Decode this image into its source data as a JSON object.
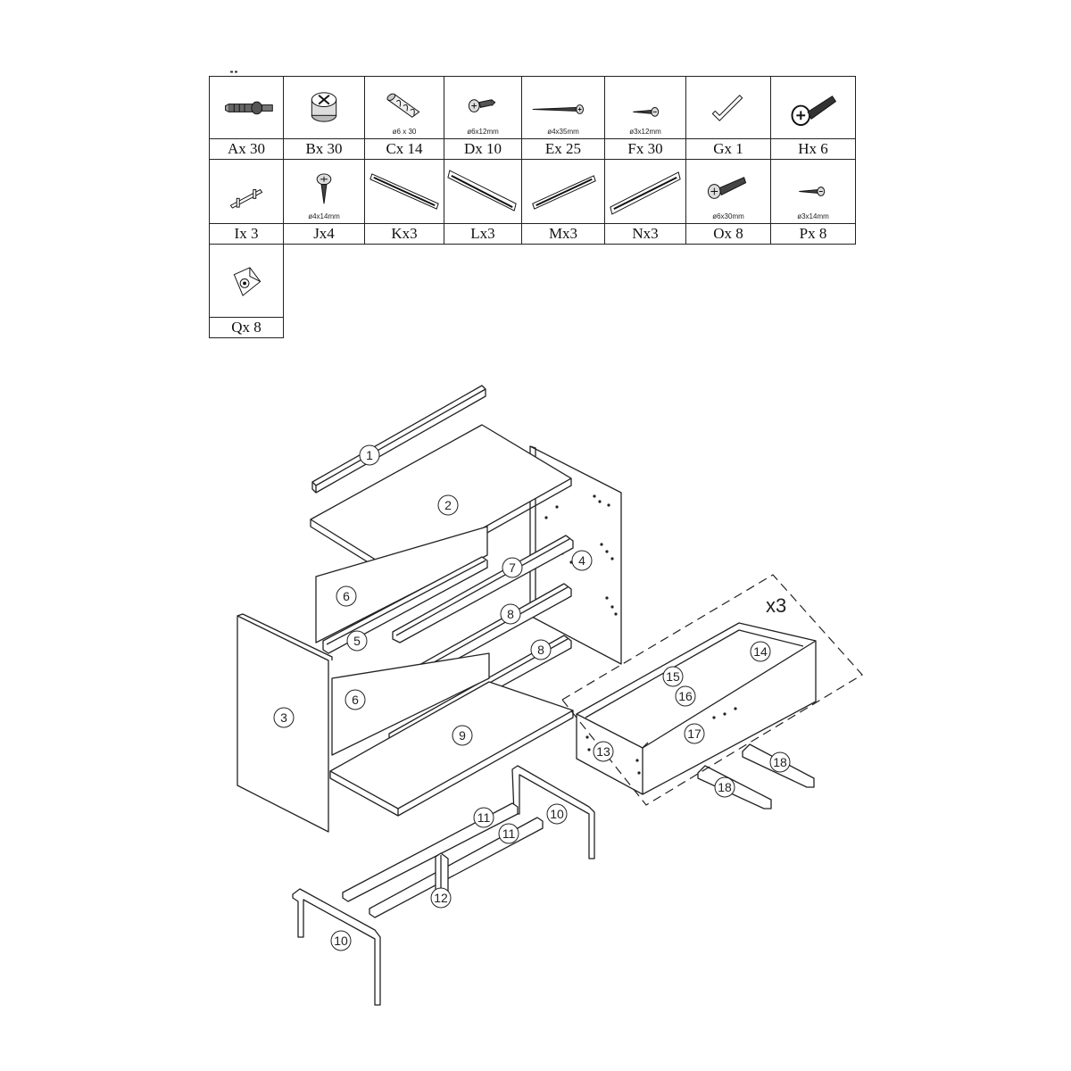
{
  "hardware": {
    "row1": [
      {
        "label": "Ax 30",
        "size": "",
        "icon": "cam-bolt-icon"
      },
      {
        "label": "Bx 30",
        "size": "",
        "icon": "cam-lock-icon"
      },
      {
        "label": "Cx 14",
        "size": "ø6 x 30",
        "icon": "wooden-dowel-icon"
      },
      {
        "label": "Dx 10",
        "size": "ø6x12mm",
        "icon": "screw-icon"
      },
      {
        "label": "Ex 25",
        "size": "ø4x35mm",
        "icon": "long-screw-icon"
      },
      {
        "label": "Fx 30",
        "size": "ø3x12mm",
        "icon": "small-screw-icon"
      },
      {
        "label": "Gx 1",
        "size": "",
        "icon": "allen-key-icon"
      },
      {
        "label": "Hx 6",
        "size": "",
        "icon": "machine-bolt-icon"
      }
    ],
    "row2": [
      {
        "label": "Ix 3",
        "size": "",
        "icon": "bar-handle-icon"
      },
      {
        "label": "Jx4",
        "size": "ø4x14mm",
        "icon": "pan-head-screw-icon"
      },
      {
        "label": "Kx3",
        "size": "",
        "icon": "drawer-slide-icon"
      },
      {
        "label": "Lx3",
        "size": "",
        "icon": "drawer-slide-icon"
      },
      {
        "label": "Mx3",
        "size": "",
        "icon": "drawer-slide-icon"
      },
      {
        "label": "Nx3",
        "size": "",
        "icon": "drawer-slide-icon"
      },
      {
        "label": "Ox 8",
        "size": "ø6x30mm",
        "icon": "screw-icon"
      },
      {
        "label": "Px 8",
        "size": "ø3x14mm",
        "icon": "small-screw-icon"
      }
    ],
    "row3": [
      {
        "label": "Qx 8",
        "size": "",
        "icon": "corner-bracket-icon"
      }
    ]
  },
  "assembly": {
    "multiplier": "x3",
    "callouts": [
      {
        "id": "part-1",
        "text": "1"
      },
      {
        "id": "part-2",
        "text": "2"
      },
      {
        "id": "part-3",
        "text": "3"
      },
      {
        "id": "part-4",
        "text": "4"
      },
      {
        "id": "part-5",
        "text": "5"
      },
      {
        "id": "part-6a",
        "text": "6"
      },
      {
        "id": "part-6b",
        "text": "6"
      },
      {
        "id": "part-7",
        "text": "7"
      },
      {
        "id": "part-8a",
        "text": "8"
      },
      {
        "id": "part-8b",
        "text": "8"
      },
      {
        "id": "part-9",
        "text": "9"
      },
      {
        "id": "part-10a",
        "text": "10"
      },
      {
        "id": "part-10b",
        "text": "10"
      },
      {
        "id": "part-11a",
        "text": "11"
      },
      {
        "id": "part-11b",
        "text": "11"
      },
      {
        "id": "part-12",
        "text": "12"
      },
      {
        "id": "part-13",
        "text": "13"
      },
      {
        "id": "part-14",
        "text": "14"
      },
      {
        "id": "part-15",
        "text": "15"
      },
      {
        "id": "part-16",
        "text": "16"
      },
      {
        "id": "part-17",
        "text": "17"
      },
      {
        "id": "part-18a",
        "text": "18"
      },
      {
        "id": "part-18b",
        "text": "18"
      }
    ]
  }
}
